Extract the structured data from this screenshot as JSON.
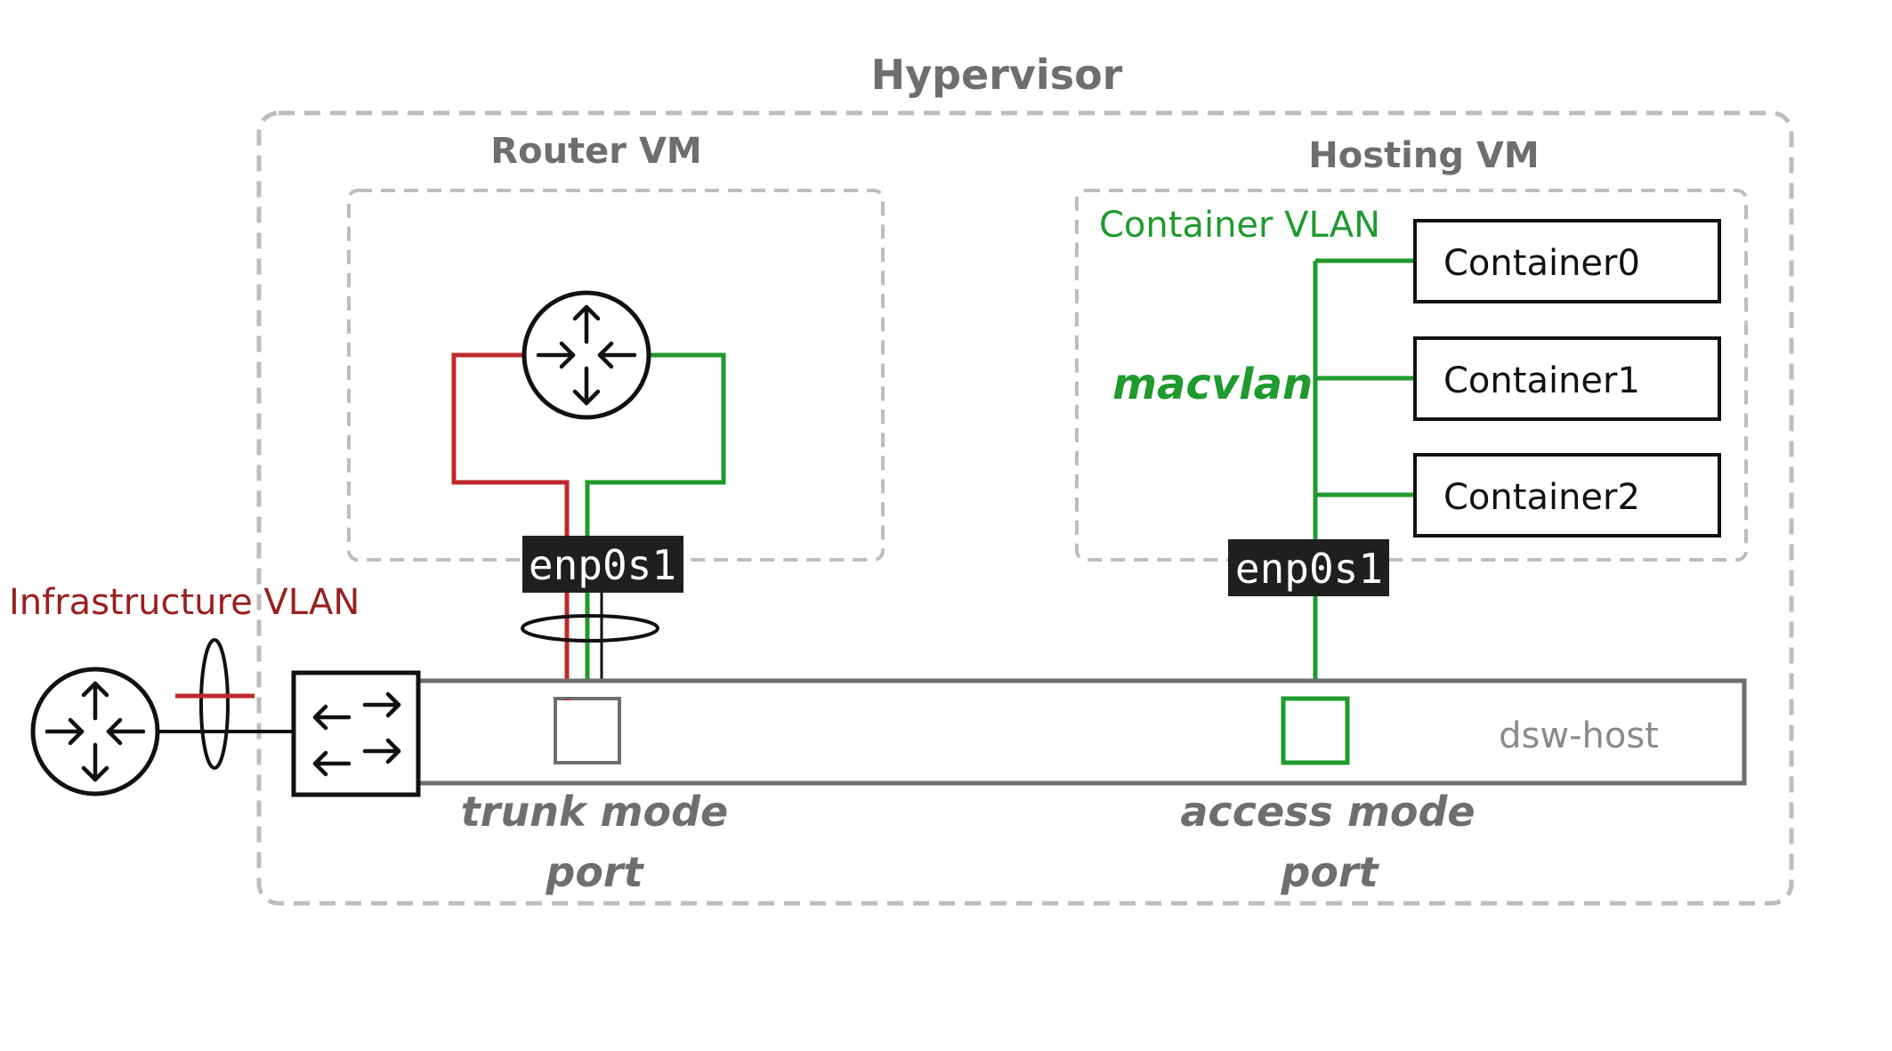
{
  "colors": {
    "gray": "#6e6e6e",
    "dash_gray": "#bdbdbd",
    "red": "#c0282a",
    "infra_red": "#9a1f1f",
    "green": "#1f9a2e",
    "black": "#111111"
  },
  "hypervisor": {
    "title": "Hypervisor"
  },
  "router_vm": {
    "title": "Router VM",
    "interface": "enp0s1",
    "router_icon": "router-icon"
  },
  "hosting_vm": {
    "title": "Hosting VM",
    "vlan_label": "Container VLAN",
    "driver_label": "macvlan",
    "interface": "enp0s1",
    "containers": [
      "Container0",
      "Container1",
      "Container2"
    ]
  },
  "infrastructure": {
    "vlan_label": "Infrastructure VLAN",
    "router_icon": "router-icon",
    "switch_icon": "switch-icon"
  },
  "dsw_host": {
    "label": "dsw-host",
    "trunk_port_label_line1": "trunk mode",
    "trunk_port_label_line2": "port",
    "access_port_label_line1": "access mode",
    "access_port_label_line2": "port"
  }
}
